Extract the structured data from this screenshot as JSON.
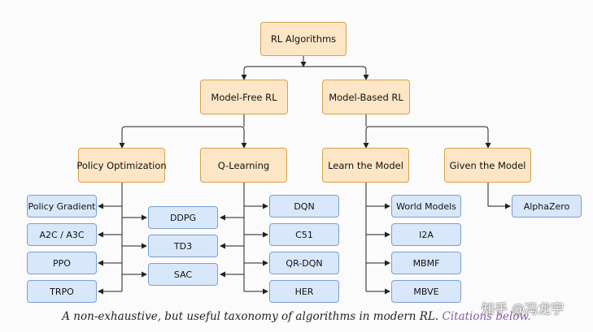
{
  "nodes": {
    "root": "RL Algorithms",
    "model_free": "Model-Free RL",
    "model_based": "Model-Based RL",
    "policy_optimization": "Policy Optimization",
    "q_learning": "Q-Learning",
    "learn_model": "Learn the Model",
    "given_model": "Given the Model",
    "policy_gradient": "Policy Gradient",
    "a2c_a3c": "A2C / A3C",
    "ppo": "PPO",
    "trpo": "TRPO",
    "ddpg": "DDPG",
    "td3": "TD3",
    "sac": "SAC",
    "dqn": "DQN",
    "c51": "C51",
    "qr_dqn": "QR-DQN",
    "her": "HER",
    "world_models": "World Models",
    "i2a": "I2A",
    "mbmf": "MBMF",
    "mbve": "MBVE",
    "alphazero": "AlphaZero"
  },
  "caption": {
    "text": "A non-exhaustive, but useful taxonomy of algorithms in modern RL.",
    "link": "Citations below."
  },
  "watermark": "知乎 @冯龙宇",
  "colors": {
    "category_fill": "#fde6c6",
    "category_border": "#d6a24e",
    "algorithm_fill": "#d9e7fb",
    "algorithm_border": "#7b9fd0",
    "citation_link": "#8a5aa6"
  }
}
